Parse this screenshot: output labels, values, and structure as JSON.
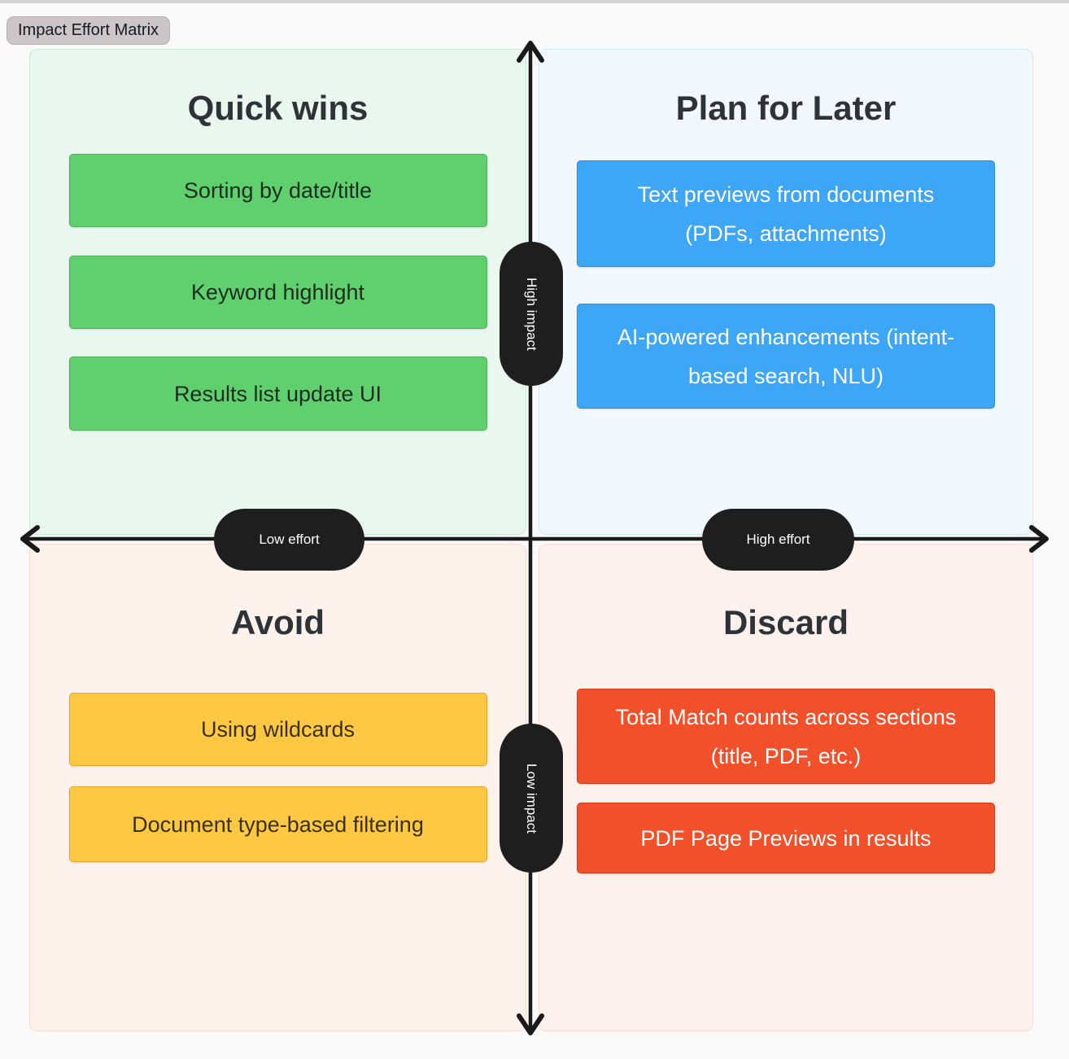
{
  "tag": {
    "label": "Impact Effort Matrix"
  },
  "axis": {
    "y_top_label": "High impact",
    "y_bottom_label": "Low impact",
    "x_left_label": "Low effort",
    "x_right_label": "High effort"
  },
  "quadrants": {
    "quick_wins": {
      "title": "Quick wins",
      "items": [
        "Sorting by date/title",
        "Keyword highlight",
        "Results list update UI"
      ]
    },
    "plan_for_later": {
      "title": "Plan for Later",
      "items": [
        "Text previews from documents (PDFs, attachments)",
        "AI-powered enhancements (intent-based search, NLU)"
      ]
    },
    "avoid": {
      "title": "Avoid",
      "items": [
        "Using wildcards",
        "Document type-based filtering"
      ]
    },
    "discard": {
      "title": "Discard",
      "items": [
        "Total Match counts across sections (title, PDF, etc.)",
        "PDF Page Previews in results"
      ]
    }
  },
  "colors": {
    "quick_wins_panel": "#eaf7ef",
    "quick_wins_card": "#60d06e",
    "plan_for_later_panel": "#f1f9fe",
    "plan_for_later_card": "#3ea6f6",
    "avoid_panel": "#fdf2ec",
    "avoid_card": "#ffc843",
    "discard_panel": "#fdf1ed",
    "discard_card": "#f2502a",
    "pill_bg": "#1e1e1e",
    "axis_line": "#1a1a1a",
    "tag_bg": "#cdc6c8"
  }
}
